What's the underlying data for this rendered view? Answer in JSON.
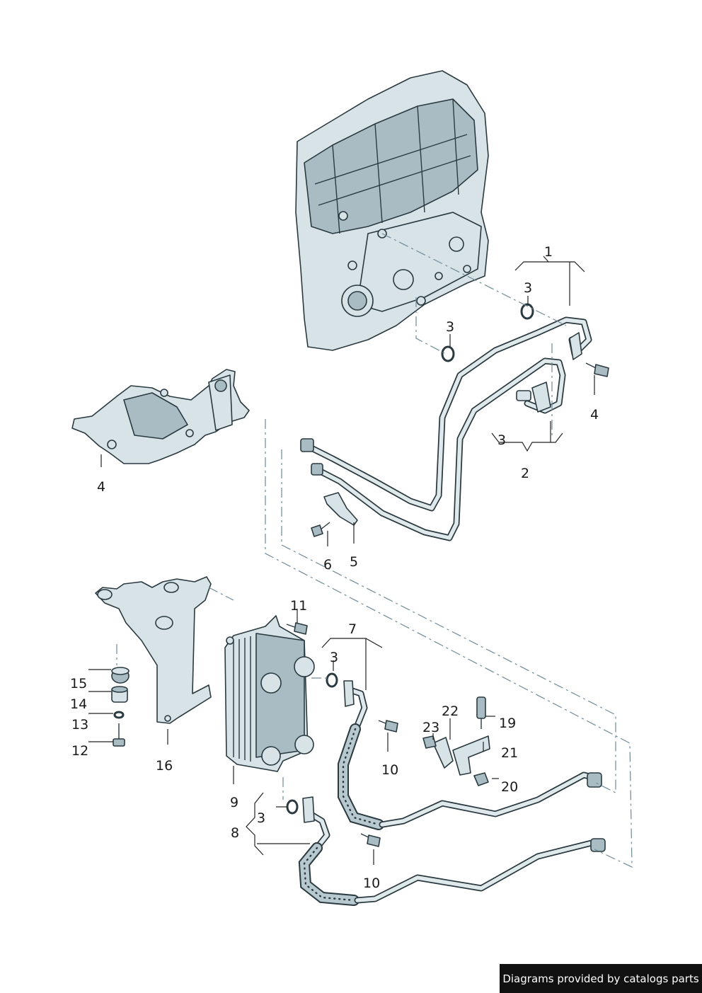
{
  "callouts": {
    "c1": "1",
    "c2": "2",
    "c3a": "3",
    "c3b": "3",
    "c3c": "3",
    "c3d": "3",
    "c3e": "3",
    "c4a": "4",
    "c4b": "4",
    "c5": "5",
    "c6": "6",
    "c7": "7",
    "c8": "8",
    "c9": "9",
    "c10a": "10",
    "c10b": "10",
    "c11": "11",
    "c12": "12",
    "c13": "13",
    "c14": "14",
    "c15": "15",
    "c16": "16",
    "c19": "19",
    "c20": "20",
    "c21": "21",
    "c22": "22",
    "c23": "23"
  },
  "footer": {
    "text": "Diagrams provided by catalogs parts"
  }
}
